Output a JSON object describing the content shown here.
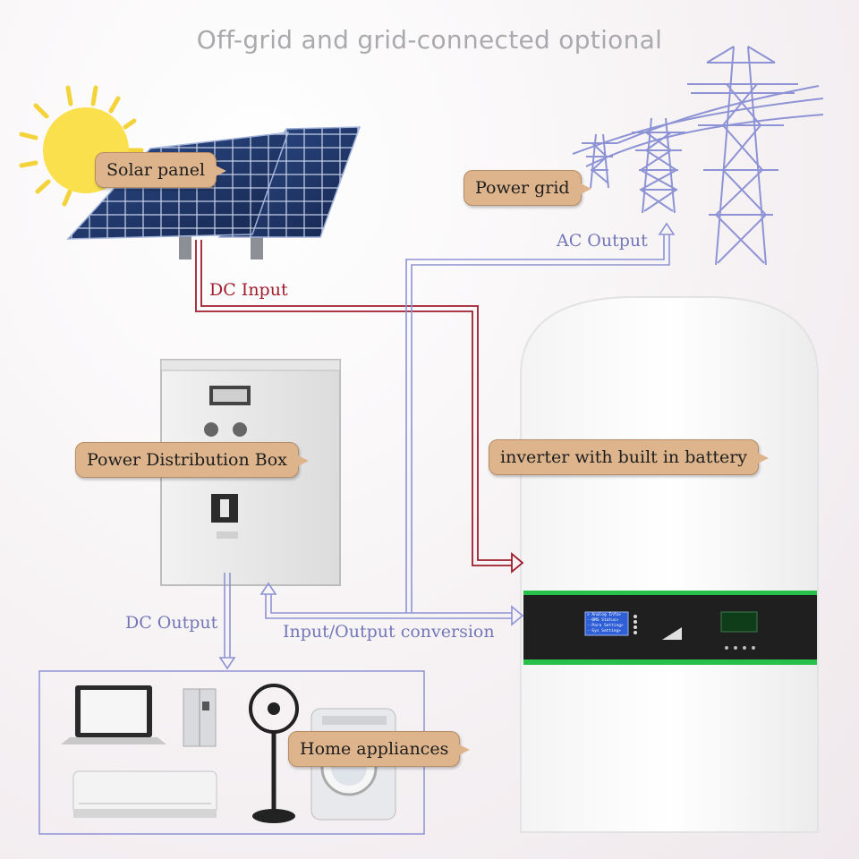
{
  "title": "Off-grid and grid-connected optional",
  "callouts": {
    "solar_panel": "Solar panel",
    "power_grid": "Power grid",
    "power_distribution_box": "Power Distribution Box",
    "inverter": "inverter with built in battery",
    "home_appliances": "Home appliances"
  },
  "flows": {
    "dc_input": "DC Input",
    "ac_output": "AC Output",
    "dc_output": "DC Output",
    "io_conversion": "Input/Output conversion"
  },
  "inverter_screen": {
    "line1": "> Analog Info>",
    "line2": "--BMS Status>",
    "line3": "--Para Setting>",
    "line4": "--Sys Setting>"
  },
  "colors": {
    "dc_line": "#a01d2e",
    "ac_line": "#8d93d4",
    "callout_bg": "#ddb48c",
    "inverter_accent": "#27c04a"
  }
}
